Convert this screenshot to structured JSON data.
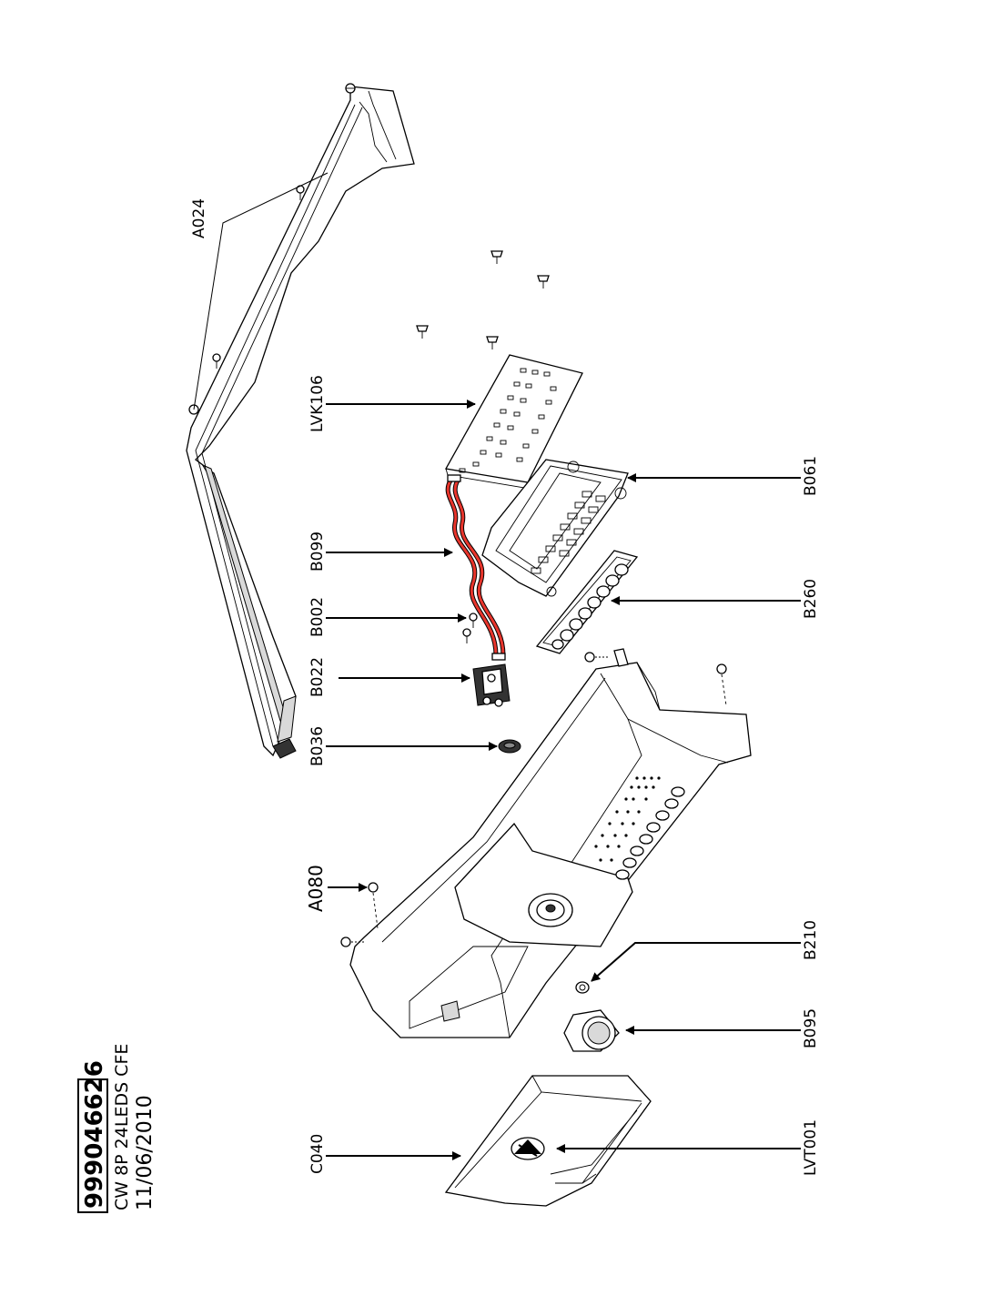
{
  "title": {
    "part_number": "999046626",
    "model": "CW 8P 24LEDS CFE",
    "date": "11/06/2010"
  },
  "labels": {
    "A024": "A024",
    "LVK106": "LVK106",
    "B099": "B099",
    "B002": "B002",
    "B022": "B022",
    "B036": "B036",
    "A080": "A080",
    "C040": "C040",
    "B061": "B061",
    "B260": "B260",
    "B210": "B210",
    "B095": "B095",
    "LVT001": "LVT001"
  },
  "colors": {
    "wire": "#e8352c",
    "ink": "#000000"
  }
}
